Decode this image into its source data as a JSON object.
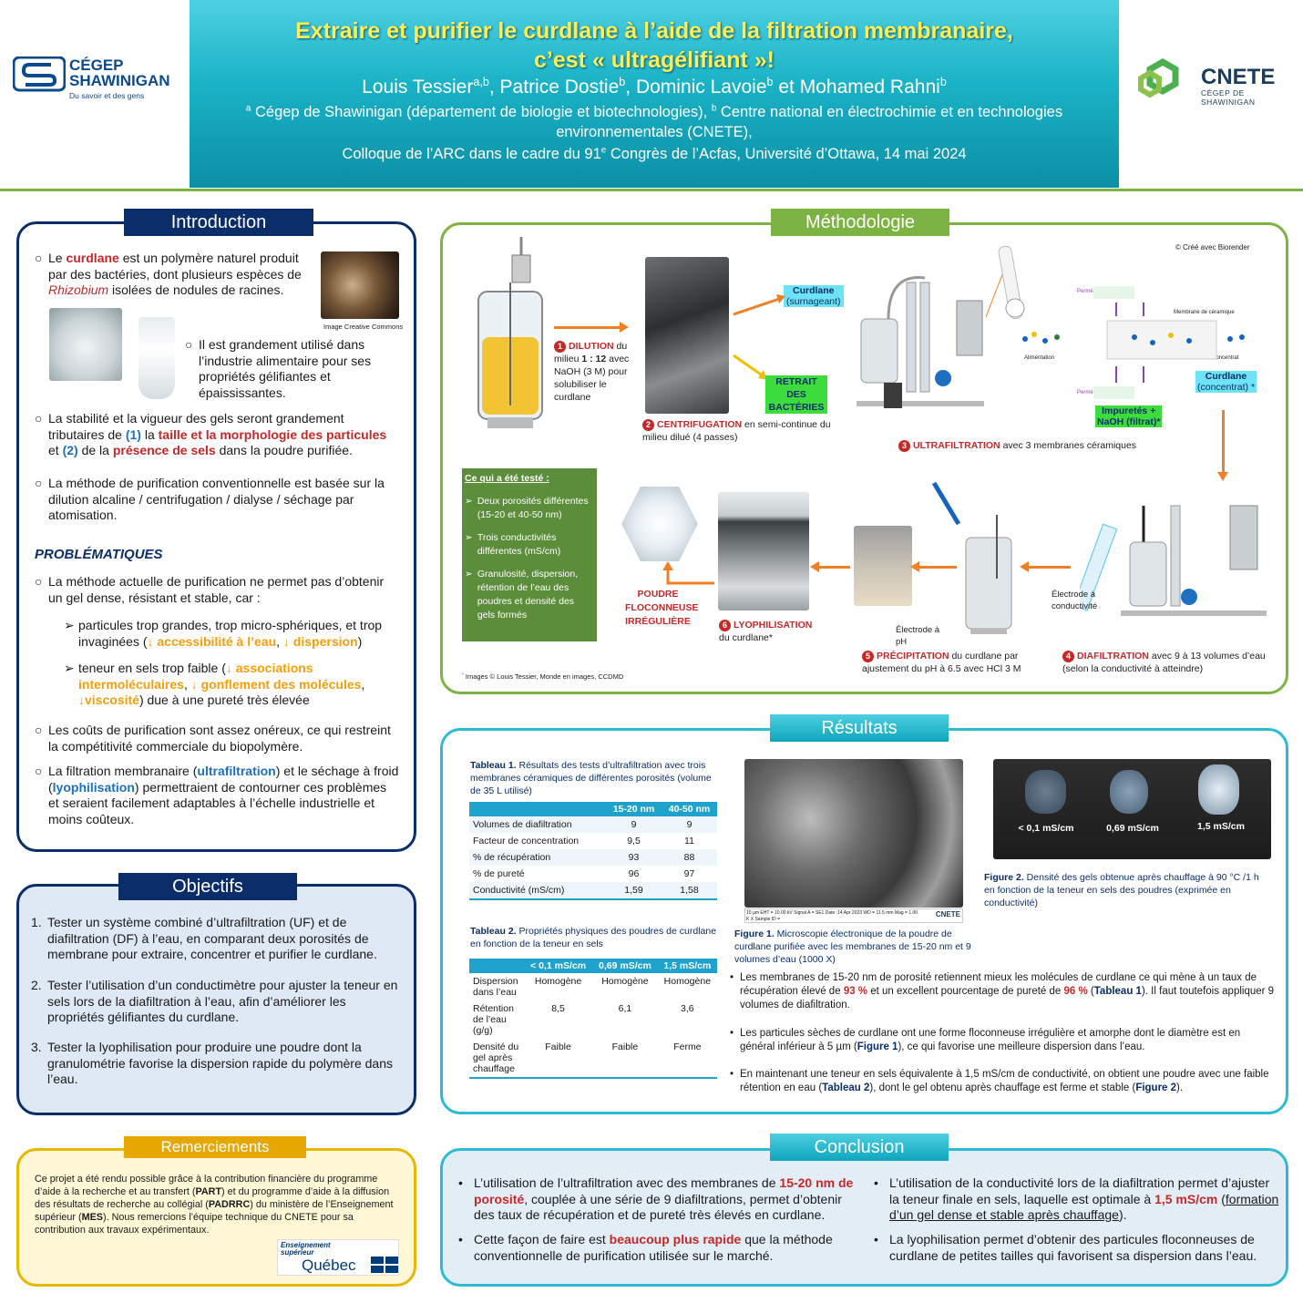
{
  "header": {
    "title_line1": "Extraire et purifier le curdlane à l’aide de la filtration membranaire,",
    "title_line2": "c’est « ultragélifiant »!",
    "authors": {
      "a1": "Louis Tessier",
      "a1_sup": "a,b",
      "a2": ", Patrice Dostie",
      "a2_sup": "b",
      "a3": ", Dominic Lavoie",
      "a3_sup": "b",
      "a4": " et Mohamed Rahni",
      "a4_sup": "b"
    },
    "aff_line1_sup_a": "a",
    "aff_line1_a": " Cégep de Shawinigan (département de biologie et biotechnologies), ",
    "aff_line1_sup_b": "b",
    "aff_line1_b": " Centre national en électrochimie et en technologies",
    "aff_line2": "environnementales (CNETE),",
    "aff_line3_a": "Colloque de l’ARC dans le cadre du 91",
    "aff_line3_sup": "e",
    "aff_line3_b": " Congrès de l’Acfas, Université d’Ottawa, 14 mai 2024"
  },
  "logo_left": {
    "line1": "CÉGEP",
    "line2": "SHAWINIGAN",
    "tagline": "Du savoir et des gens",
    "color": "#0b4a8c"
  },
  "logo_right": {
    "name": "CNETE",
    "sub": "CÉGEP DE SHAWINIGAN",
    "color": "#4caf50"
  },
  "introduction": {
    "title": "Introduction",
    "p1_a": "Le ",
    "p1_red": "curdlane",
    "p1_b": " est un polymère naturel produit par des bactéries, dont plusieurs espèces de ",
    "p1_it": "Rhizobium",
    "p1_c": " isolées de nodules de racines.",
    "img_credit": "Image Creative Commons",
    "p2": "Il est grandement utilisé dans l’industrie alimentaire pour ses propriétés gélifiantes et épaississantes.",
    "p3_a": "La stabilité et la vigueur des gels seront grandement tributaires de ",
    "p3_n1": "(1)",
    "p3_b": " la ",
    "p3_red1": "taille et la morphologie des particules",
    "p3_c": " et ",
    "p3_n2": "(2)",
    "p3_d": " de la ",
    "p3_red2": "présence de sels",
    "p3_e": " dans la poudre purifiée.",
    "p4": "La méthode de purification conventionnelle est basée sur la dilution alcaline / centrifugation / dialyse / séchage par atomisation.",
    "prob_title": "PROBLÉMATIQUES",
    "p5": "La méthode actuelle de purification ne permet pas d’obtenir un gel dense, résistant et stable, car :",
    "s1_a": "particules trop grandes, trop micro-sphériques, et trop invaginées (",
    "s1_o1": "↓ accessibilité à l’eau",
    "s1_b": ", ",
    "s1_o2": "↓ dispersion",
    "s1_c": ")",
    "s2_a": "teneur en sels trop faible (",
    "s2_o1": "↓ associations intermoléculaires",
    "s2_b": ", ",
    "s2_o2": "↓ gonflement des molécules",
    "s2_c": ", ",
    "s2_o3": "↓viscosité",
    "s2_d": ") due à une pureté très élevée",
    "p6": "Les coûts de purification sont assez onéreux, ce qui restreint la compétitivité commerciale du biopolymère.",
    "p7_a": "La filtration membranaire (",
    "p7_b1": "ultrafiltration",
    "p7_b": ") et le séchage à froid (",
    "p7_b2": "lyophilisation",
    "p7_c": ") permettraient de contourner ces problèmes et seraient facilement adaptables à l’échelle industrielle et moins coûteux."
  },
  "objectifs": {
    "title": "Objectifs",
    "items": [
      "Tester un système combiné d’ultrafiltration (UF) et de diafiltration (DF) à l’eau, en comparant deux porosités de membrane pour extraire, concentrer et purifier le curdlane.",
      "Tester l’utilisation d’un conductimètre pour ajuster la teneur en sels lors de la diafiltration à l’eau, afin d’améliorer les propriétés gélifiantes du curdlane.",
      "Tester la lyophilisation pour produire une poudre dont la granulométrie favorise la dispersion rapide du polymère dans l’eau."
    ],
    "nums": [
      "1.",
      "2.",
      "3."
    ]
  },
  "remerciements": {
    "title": "Remerciements",
    "text_a": "Ce projet a été rendu possible grâce à la contribution financière du programme d’aide à la recherche et au transfert (",
    "b1": "PART",
    "text_b": ") et du programme d’aide à la diffusion des résultats de recherche au collégial (",
    "b2": "PADRRC",
    "text_c": ") du ministère de l’Enseignement supérieur (",
    "b3": "MES",
    "text_d": ").  Nous remercions l’équipe technique du CNETE pour sa contribution aux travaux expérimentaux.",
    "logo_l1": "Enseignement",
    "logo_l2": "supérieur",
    "logo_l3": "Québec"
  },
  "methodologie": {
    "title": "Méthodologie",
    "credit": "© Créé avec Biorender",
    "s1_title": "DILUTION",
    "s1_a": " du milieu ",
    "s1_b": "1 : 12",
    "s1_c": " avec NaOH (3 M) pour solubiliser le curdlane",
    "curdlane_surn": "Curdlane",
    "curdlane_surn2": "(surnageant)",
    "retrait": "RETRAIT DES BACTÉRIES",
    "s2_title": "CENTRIFUGATION",
    "s2_rest": " en semi-continue du milieu dilué (4 passes)",
    "permeat1": "Perméat",
    "permeat2": "Perméat",
    "membrane_label": "Membrane de céramique",
    "alimentation": "Alimentation",
    "concentrat": "Concentrat",
    "curdlane_conc": "Curdlane",
    "curdlane_conc2": "(concentrat) *",
    "impuretes": "Impuretés +",
    "impuretes2": "NaOH (filtrat)*",
    "s3_title": "ULTRAFILTRATION",
    "s3_rest": " avec 3 membranes céramiques",
    "tested_title": "Ce qui a été testé :",
    "tested": [
      "Deux porosités différentes  (15-20 et 40-50 nm)",
      "Trois conductivités différentes (mS/cm)",
      "Granulosité, dispersion, rétention de l’eau des poudres et densité des gels formés"
    ],
    "poudre": "POUDRE FLOCONNEUSE IRRÉGULIÈRE",
    "s6_title": "LYOPHILISATION",
    "s6_rest": "du curdlane*",
    "electrode_ph": "Électrode à pH",
    "s5_title": "PRÉCIPITATION",
    "s5_rest": " du curdlane par ajustement du pH à 6.5 avec HCl 3 M",
    "electrode_cond": "Électrode à conductivité",
    "s4_title": "DIAFILTRATION",
    "s4_rest": " avec 9 à 13 volumes d’eau (selon la conductivité à atteindre)",
    "images_credit": "Images © Louis Tessier, Monde en images, CCDMD",
    "nums": [
      "1",
      "2",
      "3",
      "4",
      "5",
      "6"
    ]
  },
  "resultats": {
    "title": "Résultats",
    "t1_caption_b": "Tableau 1.",
    "t1_caption": " Résultats des tests d’ultrafiltration  avec trois membranes céramiques de différentes porosités (volume de 35 L utilisé)",
    "t1_headers": [
      "",
      "15-20 nm",
      "40-50 nm"
    ],
    "t1_rows": [
      [
        "Volumes de diafiltration",
        "9",
        "9"
      ],
      [
        "Facteur de concentration",
        "9,5",
        "11"
      ],
      [
        "% de récupération",
        "93",
        "88"
      ],
      [
        "% de pureté",
        "96",
        "97"
      ],
      [
        "Conductivité (mS/cm)",
        "1,59",
        "1,58"
      ]
    ],
    "t2_caption_b": "Tableau 2.",
    "t2_caption": " Propriétés physiques des poudres de curdlane en fonction de la teneur en sels",
    "t2_headers": [
      "",
      "< 0,1 mS/cm",
      "0,69 mS/cm",
      "1,5 mS/cm"
    ],
    "t2_rows": [
      [
        "Dispersion dans l’eau",
        "Homogène",
        "Homogène",
        "Homogène"
      ],
      [
        "Rétention de l’eau (g/g)",
        "8,5",
        "6,1",
        "3,6"
      ],
      [
        "Densité du gel après chauffage",
        "Faible",
        "Faible",
        "Ferme"
      ]
    ],
    "sem_meta": "10 µm   EHT = 10.00 kV  Signal A = SE1  Date :14 Apr 2023   WD = 11.5 mm  Mag = 1.00 K X  Sample ID =",
    "sem_logo": "CNETE",
    "fig1_b": "Figure 1.",
    "fig1": " Microscopie électronique de la poudre de curdlane purifiée avec les membranes de 15-20 nm et 9 volumes d’eau (1000 X)",
    "gel_labels": [
      "< 0,1 mS/cm",
      "0,69 mS/cm",
      "1,5 mS/cm"
    ],
    "fig2_b": "Figure 2.",
    "fig2": " Densité des gels obtenue après chauffage à 90 °C /1 h en fonction de la teneur en sels des poudres (exprimée en conductivité)",
    "b1_a": "Les membranes de 15-20 nm de porosité retiennent mieux les molécules de curdlane ce qui mène à un taux de récupération élevé de ",
    "b1_r1": "93 %",
    "b1_b": " et un excellent pourcentage de pureté de ",
    "b1_r2": "96 %",
    "b1_c": " (",
    "b1_t": "Tableau 1",
    "b1_d": "). Il faut toutefois appliquer 9 volumes de diafiltration.",
    "b2_a": "Les particules sèches de curdlane ont une forme floconneuse irrégulière et amorphe dont le diamètre est en général inférieur à 5 µm (",
    "b2_f": "Figure 1",
    "b2_b": "), ce qui favorise une meilleure dispersion dans l’eau.",
    "b3_a": "En maintenant une teneur en sels équivalente à 1,5 mS/cm de conductivité, on obtient une poudre avec une faible rétention en eau (",
    "b3_t": "Tableau 2",
    "b3_b": "), dont le gel obtenu après chauffage est ferme et stable (",
    "b3_f": "Figure 2",
    "b3_c": ")."
  },
  "conclusion": {
    "title": "Conclusion",
    "c1_a": "L’utilisation de l’ultrafiltration avec des membranes de ",
    "c1_r": "15-20 nm de porosité",
    "c1_b": ", couplée à une série de 9 diafiltrations, permet d’obtenir des taux de récupération et de pureté très élevés en curdlane.",
    "c2_a": "Cette façon de faire est ",
    "c2_r": "beaucoup plus rapide",
    "c2_b": " que la méthode conventionnelle de purification utilisée sur le marché.",
    "c3_a": "L’utilisation de la conductivité lors de la diafiltration permet d’ajuster la teneur finale en sels, laquelle est optimale à ",
    "c3_r": "1,5 mS/cm",
    "c3_b": " (",
    "c3_u": "formation d’un gel dense et stable après chauffage",
    "c3_c": ").",
    "c4": "La lyophilisation permet d’obtenir des particules floconneuses de curdlane de petites tailles qui favorisent sa dispersion dans l’eau."
  },
  "colors": {
    "navy": "#0b2e6b",
    "green": "#7cb342",
    "teal": "#1ab2c6",
    "gold": "#e6a700",
    "title_yellow": "#ffee58"
  }
}
